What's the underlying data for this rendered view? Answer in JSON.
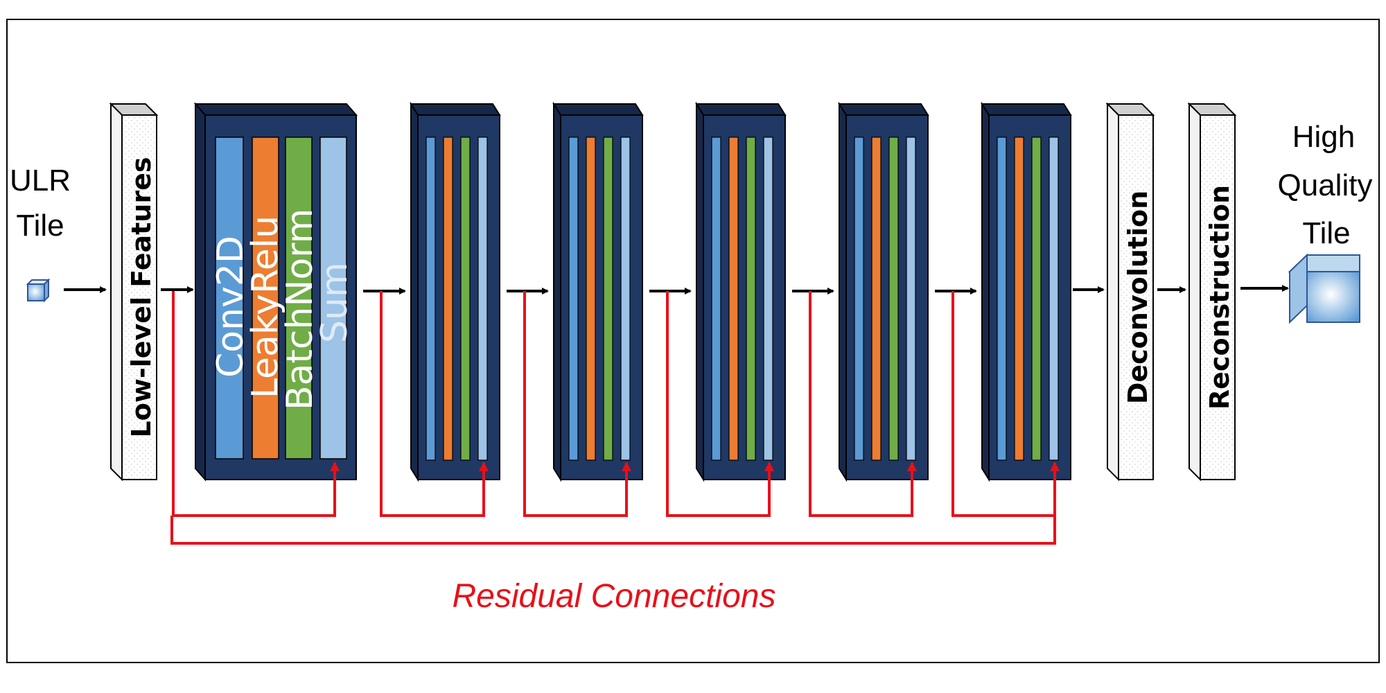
{
  "input": {
    "label_line1": "ULR",
    "label_line2": "Tile"
  },
  "output": {
    "label_line1": "High",
    "label_line2": "Quality",
    "label_line3": "Tile"
  },
  "stages": {
    "low_level": "Low-level Features",
    "deconvolution": "Deconvolution",
    "reconstruction": "Reconstruction"
  },
  "block_layers": [
    "Conv2D",
    "LeakyRelu",
    "BatchNorm",
    "Sum"
  ],
  "residual_caption": "Residual Connections",
  "colors": {
    "block_fill": "#1f3864",
    "conv2d": "#5b9bd5",
    "leakyrelu": "#ed7d31",
    "batchnorm": "#70ad47",
    "sum": "#9dc3e6",
    "residual": "#e8101a",
    "arrow": "#000000",
    "text_light": "#ffffff",
    "text_sum": "#ddebf7"
  }
}
